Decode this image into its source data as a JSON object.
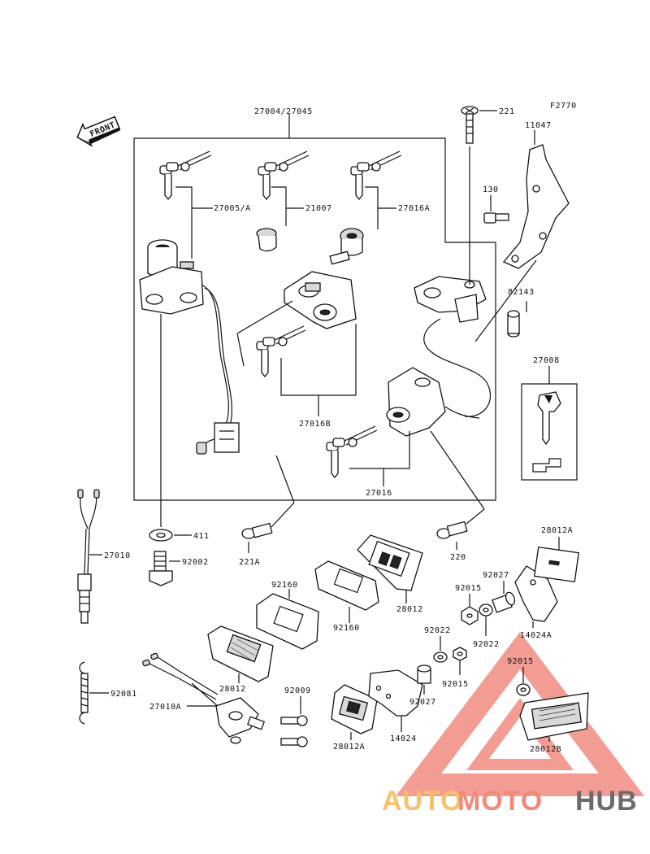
{
  "diagram": {
    "figure_code": "F2770",
    "direction_label": "FRONT",
    "part_numbers": {
      "p27004_27045": "27004/27045",
      "p221": "221",
      "p11047": "11047",
      "p130": "130",
      "p27005A": "27005/A",
      "p21007": "21007",
      "p27016A": "27016A",
      "p82143": "82143",
      "p27008": "27008",
      "p27016B": "27016B",
      "p27016": "27016",
      "p27010": "27010",
      "p411": "411",
      "p92002": "92002",
      "p221A": "221A",
      "p220": "220",
      "p28012A_top": "28012A",
      "p92160_left": "92160",
      "p92160_right": "92160",
      "p28012_mid": "28012",
      "p92027_top": "92027",
      "p92015_top": "92015",
      "p92022_left": "92022",
      "p92022_right": "92022",
      "p14024A": "14024A",
      "p92015_mid": "92015",
      "p92015_right": "92015",
      "p28012_left": "28012",
      "p92009": "92009",
      "p92081": "92081",
      "p27010A": "27010A",
      "p92027_bot": "92027",
      "p28012A_bot": "28012A",
      "p14024": "14024",
      "p28012B": "28012B"
    }
  },
  "watermark": {
    "part1": "AUTO",
    "part2": "MOTO",
    "part3": "HUB",
    "colors": {
      "red": "#f08080",
      "orange": "#f5c16a",
      "gray": "#6b6b6b"
    }
  }
}
